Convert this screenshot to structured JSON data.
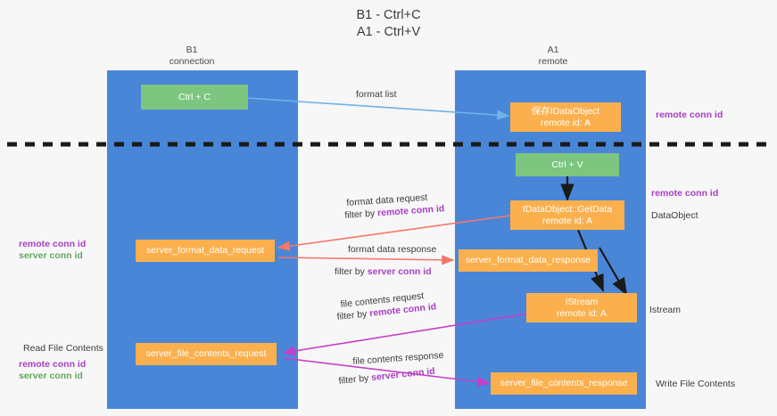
{
  "title": {
    "line1": "B1 - Ctrl+C",
    "line2": "A1 - Ctrl+V"
  },
  "lanes": [
    {
      "id": "b1",
      "name": "B1",
      "sub": "connection"
    },
    {
      "id": "a1",
      "name": "A1",
      "sub": "remote"
    }
  ],
  "colors": {
    "lane": "#4a86d8",
    "green_box": "#7dc67f",
    "orange_box": "#fbb04d",
    "purple_text": "#a83fc4",
    "green_text": "#5fa95f",
    "arrow_blue": "#6fb3e8",
    "arrow_red": "#f4776a",
    "arrow_magenta": "#c63fc6",
    "arrow_black": "#1a1a1a",
    "divider": "#1a1a1a",
    "background": "#f7f7f7"
  },
  "nodes": {
    "ctrl_c": {
      "label": "Ctrl + C"
    },
    "save_idataobject": {
      "line1": "保存IDataObject",
      "line2": "remote id: A"
    },
    "ctrl_v": {
      "label": "Ctrl + V"
    },
    "getdata": {
      "line1": "IDataObject::GetData",
      "line2": "remote id: A"
    },
    "server_format_data_request": {
      "label": "server_format_data_request"
    },
    "server_format_data_response": {
      "label": "server_format_data_response"
    },
    "istream": {
      "line1": "IStream",
      "line2": "remote id: A"
    },
    "server_file_contents_request": {
      "label": "server_file_contents_request"
    },
    "server_file_contents_response": {
      "label": "server_file_contents_response"
    }
  },
  "edge_labels": {
    "format_list": "format list",
    "format_data_request": "format data request",
    "format_data_request_filter_prefix": "filter by ",
    "format_data_request_filter_key": "remote conn id",
    "format_data_response": "format data response",
    "format_data_response_filter_prefix": "filter by ",
    "format_data_response_filter_key": "server conn id",
    "file_contents_request": "file contents request",
    "file_contents_request_filter_prefix": "filter by ",
    "file_contents_request_filter_key": "remote conn id",
    "file_contents_response": "file contents response",
    "file_contents_response_filter_prefix": "filter by ",
    "file_contents_response_filter_key": "server conn id"
  },
  "side_labels": {
    "right_remote_conn_id_top": "remote conn id",
    "right_remote_conn_id_mid": "remote conn id",
    "right_dataobject": "DataObject",
    "right_istream": "Istream",
    "right_write_file_contents": "Write File Contents",
    "left_remote_conn_id_mid": "remote conn id",
    "left_server_conn_id_mid": "server conn id",
    "left_read_file_contents": "Read File Contents",
    "left_remote_conn_id_bottom": "remote conn id",
    "left_server_conn_id_bottom": "server conn id"
  }
}
